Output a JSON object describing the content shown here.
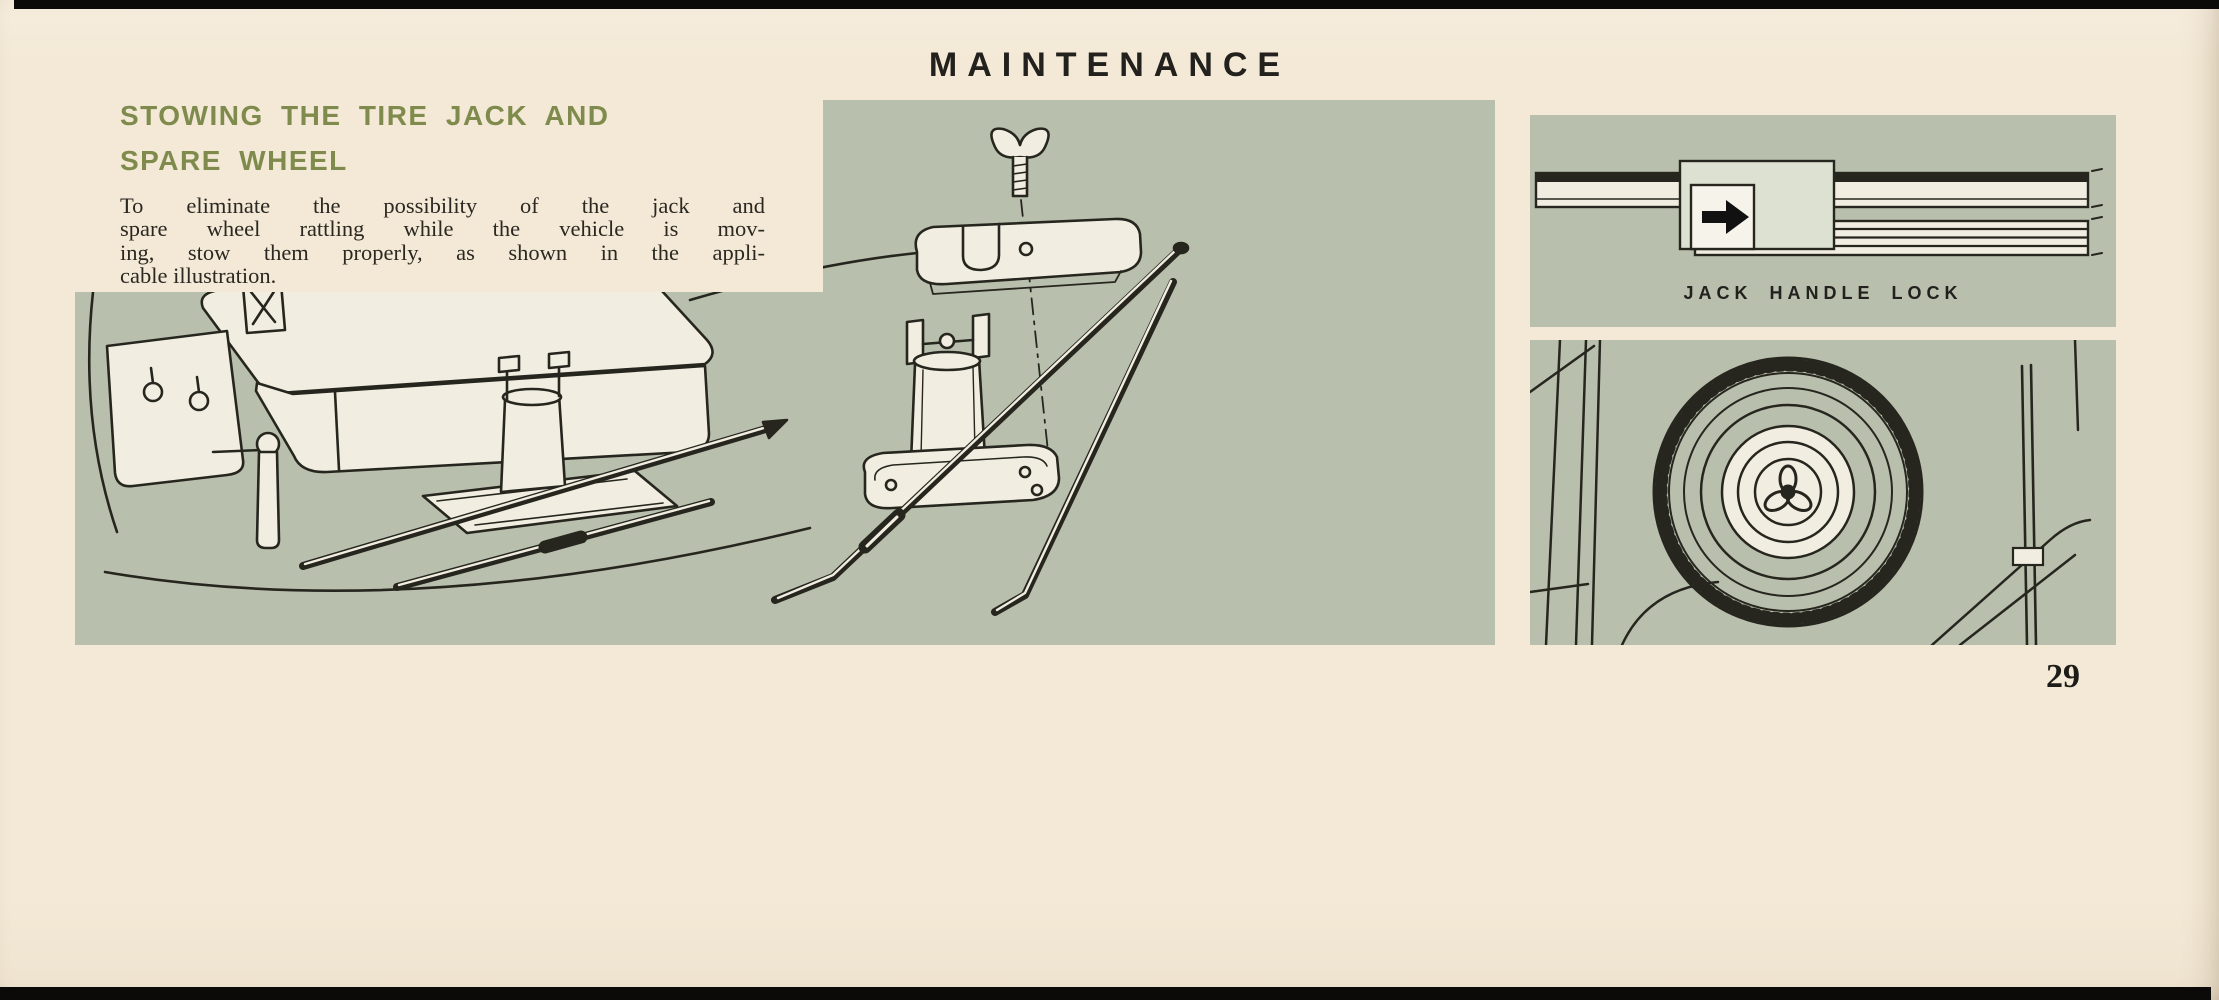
{
  "page": {
    "title": "MAINTENANCE",
    "number": "29"
  },
  "section": {
    "heading_lines": [
      "STOWING THE TIRE JACK AND",
      "SPARE WHEEL"
    ],
    "body_lines": [
      "To eliminate the possibility of the jack and",
      "spare wheel rattling while the vehicle is mov-",
      "ing, stow them properly, as shown in the appli-",
      "cable illustration."
    ]
  },
  "figures": {
    "main": {
      "description": "Jack and tools stowed beside seat, with exploded view of jack, hold-down bracket and wing bolt"
    },
    "jack_handle_lock": {
      "caption": "JACK HANDLE LOCK",
      "icon": "right-arrow-icon"
    },
    "spare_wheel": {
      "description": "Spare wheel stowed upright with wing-nut retainer"
    }
  },
  "colors": {
    "page_background": "#f3e9d6",
    "panel_background": "#b9bfad",
    "heading_olive": "#7f8b4c",
    "ink": "#26261f",
    "scan_bar": "#0b0a08"
  }
}
